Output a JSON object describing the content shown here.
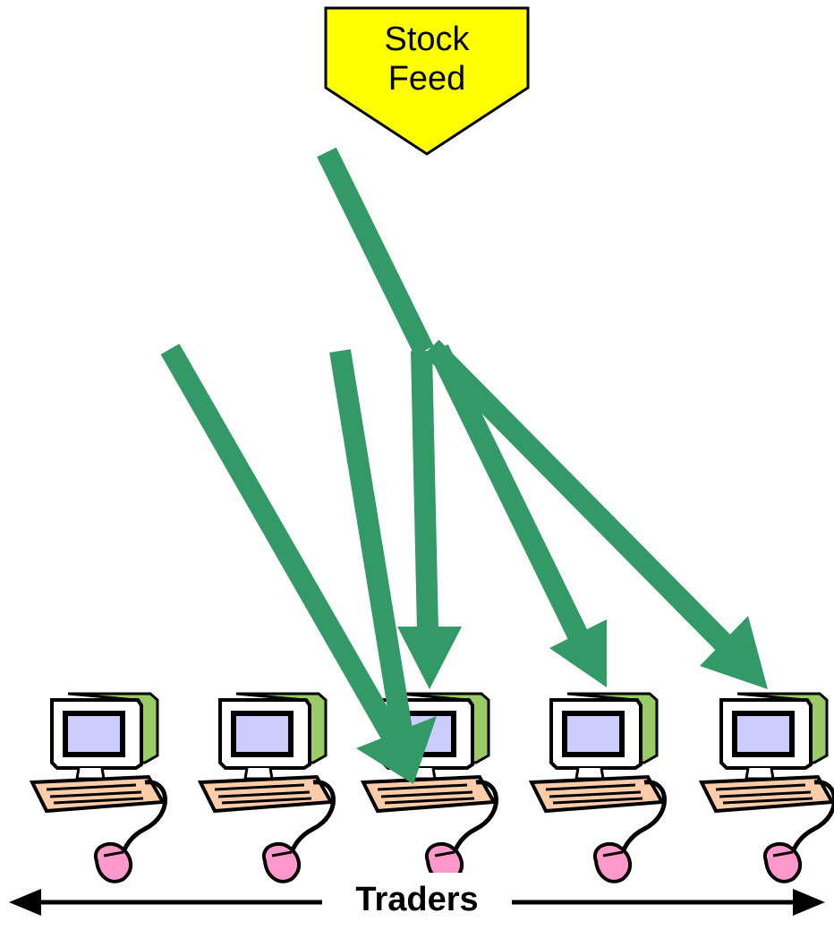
{
  "source": {
    "label_line1": "Stock",
    "label_line2": "Feed",
    "fill": "#ffff00"
  },
  "arrows": {
    "color": "#339966"
  },
  "traders": {
    "label": "Traders",
    "count": 5,
    "icon": "computer-icon"
  },
  "colors": {
    "monitor_side": "#99cc66",
    "screen": "#ccccff",
    "keyboard": "#ffccaa",
    "mouse": "#ff99cc"
  }
}
